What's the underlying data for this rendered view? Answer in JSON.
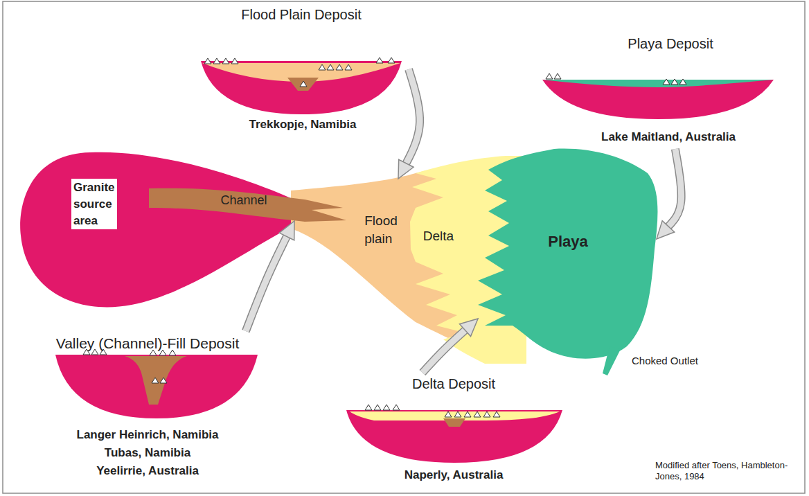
{
  "diagram": {
    "nodes": [
      {
        "text": [
          "Granite source area"
        ]
      },
      {
        "text": [
          "Channel"
        ]
      },
      {
        "text": [
          "Flood plain"
        ]
      },
      {
        "text": [
          "Delta"
        ]
      },
      {
        "text": [
          "Playa"
        ]
      },
      {
        "text": [
          "Flood Plain Deposit",
          "Trekkopje, Namibia"
        ]
      },
      {
        "text": [
          "Playa Deposit",
          "Lake Maitland, Australia"
        ]
      },
      {
        "text": [
          "Valley (Channel)-Fill Deposit",
          "Langer Heinrich, Namibia",
          "Tubas, Namibia",
          "Yeelirrie, Australia"
        ]
      },
      {
        "text": [
          "Delta Deposit",
          "Naperly, Australia"
        ]
      }
    ],
    "edges": [
      {
        "from": 5,
        "to": 2,
        "arrow": "to"
      },
      {
        "from": 6,
        "to": 4,
        "arrow": "to"
      },
      {
        "from": 7,
        "to": 1,
        "arrow": "to"
      },
      {
        "from": 8,
        "to": 3,
        "arrow": "to"
      }
    ],
    "labels": [
      "Choked Outlet",
      "Modified after Toens, Hambleton-Jones, 1984"
    ]
  }
}
